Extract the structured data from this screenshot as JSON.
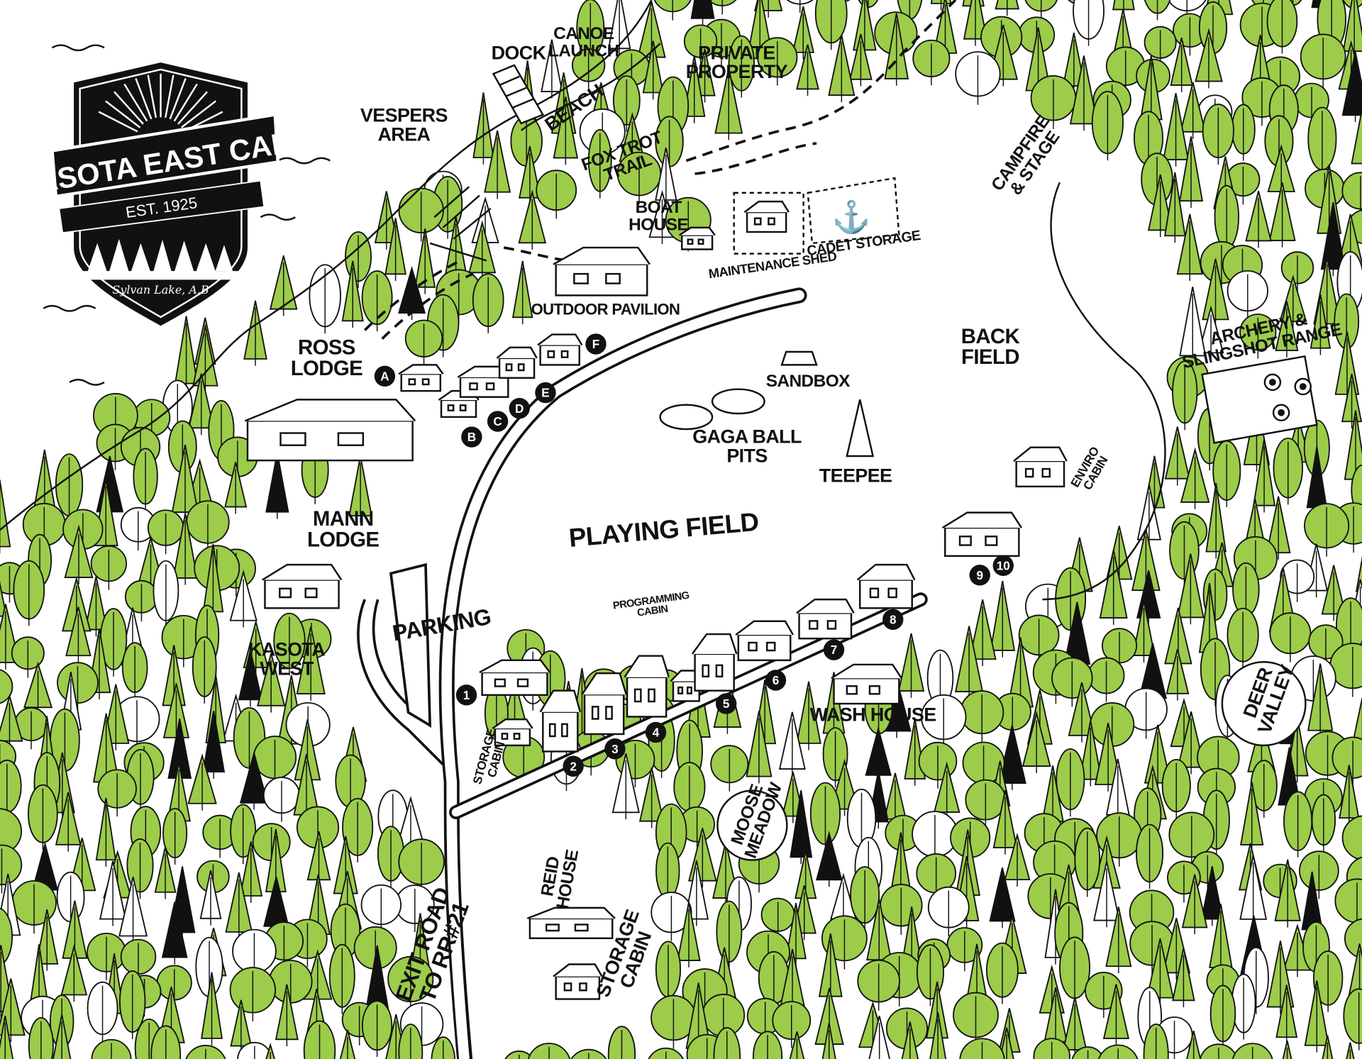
{
  "logo": {
    "title": "KASOTA EAST CAMP",
    "established": "EST. 1925",
    "location": "Sylvan Lake, A.B"
  },
  "labels": [
    {
      "id": "dock",
      "text": [
        "DOCK"
      ]
    },
    {
      "id": "canoe",
      "text": [
        "CANOE",
        "LAUNCH"
      ]
    },
    {
      "id": "beach",
      "text": [
        "BEACH"
      ]
    },
    {
      "id": "private",
      "text": [
        "PRIVATE",
        "PROPERTY"
      ]
    },
    {
      "id": "vespers",
      "text": [
        "VESPERS",
        "AREA"
      ]
    },
    {
      "id": "foxtrot",
      "text": [
        "FOX TROT",
        "TRAIL"
      ]
    },
    {
      "id": "boathouse",
      "text": [
        "BOAT",
        "HOUSE"
      ]
    },
    {
      "id": "maint",
      "text": [
        "MAINTENANCE SHED"
      ]
    },
    {
      "id": "cadet",
      "text": [
        "CADET STORAGE"
      ]
    },
    {
      "id": "campfire",
      "text": [
        "CAMPFIRE",
        "& STAGE"
      ]
    },
    {
      "id": "pavilion",
      "text": [
        "OUTDOOR PAVILION"
      ]
    },
    {
      "id": "ross",
      "text": [
        "ROSS",
        "LODGE"
      ]
    },
    {
      "id": "backfield",
      "text": [
        "BACK",
        "FIELD"
      ]
    },
    {
      "id": "sandbox",
      "text": [
        "SANDBOX"
      ]
    },
    {
      "id": "archery",
      "text": [
        "ARCHERY &",
        "SLINGSHOT RANGE"
      ]
    },
    {
      "id": "gaga",
      "text": [
        "GAGA BALL",
        "PITS"
      ]
    },
    {
      "id": "teepee",
      "text": [
        "TEEPEE"
      ]
    },
    {
      "id": "enviro",
      "text": [
        "ENVIRO",
        "CABIN"
      ]
    },
    {
      "id": "mann",
      "text": [
        "MANN",
        "LODGE"
      ]
    },
    {
      "id": "playing",
      "text": [
        "PLAYING FIELD"
      ]
    },
    {
      "id": "parking",
      "text": [
        "PARKING"
      ]
    },
    {
      "id": "programming",
      "text": [
        "PROGRAMMING",
        "CABIN"
      ]
    },
    {
      "id": "kwest",
      "text": [
        "KASOTA",
        "WEST"
      ]
    },
    {
      "id": "wash",
      "text": [
        "WASH HOUSE"
      ]
    },
    {
      "id": "deer",
      "text": [
        "DEER",
        "VALLEY"
      ]
    },
    {
      "id": "moose",
      "text": [
        "MOOSE",
        "MEADOW"
      ]
    },
    {
      "id": "storage1",
      "text": [
        "STORAGE",
        "CABIN"
      ]
    },
    {
      "id": "reid",
      "text": [
        "REID",
        "HOUSE"
      ]
    },
    {
      "id": "storage2",
      "text": [
        "STORAGE",
        "CABIN"
      ]
    },
    {
      "id": "exit",
      "text": [
        "EXIT ROAD",
        "TO RR#21"
      ]
    }
  ],
  "markers": [
    "A",
    "B",
    "C",
    "D",
    "E",
    "F",
    "1",
    "2",
    "3",
    "4",
    "5",
    "6",
    "7",
    "8",
    "9",
    "10"
  ],
  "colors": {
    "tree_green": "#9ccc4a",
    "ink": "#111111",
    "grass": "#a8d65a"
  }
}
